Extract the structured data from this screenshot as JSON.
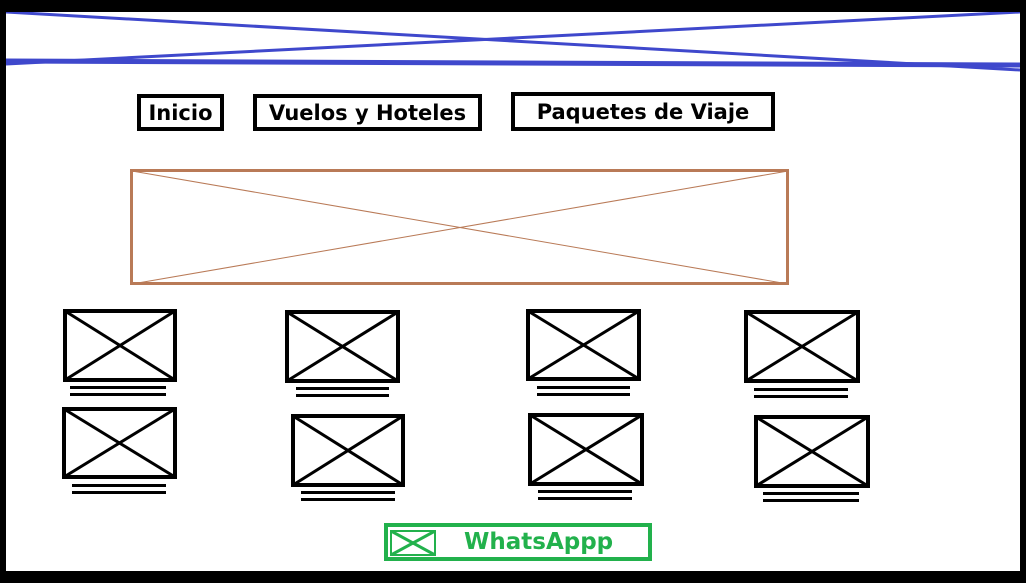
{
  "nav": {
    "inicio": "Inicio",
    "vuelos_hoteles": "Vuelos y Hoteles",
    "paquetes": "Paquetes de Viaje"
  },
  "whatsapp": {
    "label": "WhatsAppp"
  },
  "colors": {
    "banner_lines": "#3f48cc",
    "hero_border": "#b97a57",
    "placeholder": "#000000",
    "whatsapp": "#22b14c"
  },
  "icons": {
    "banner": "image-placeholder-icon",
    "hero": "image-placeholder-icon",
    "thumbnails": "image-placeholder-icon",
    "whatsapp": "image-placeholder-icon"
  }
}
